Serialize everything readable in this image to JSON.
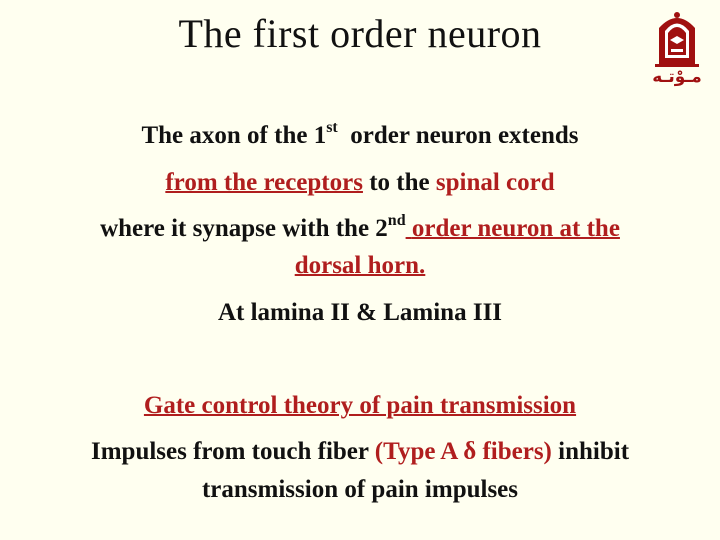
{
  "slide": {
    "title": "The first order neuron",
    "logo": {
      "text": "مـوْتـه",
      "colors": {
        "primary": "#a01010",
        "secondary": "#ffffff"
      }
    },
    "para1": {
      "l1_a": "The axon of the 1",
      "l1_sup": "st",
      "l1_b": "order neuron extends",
      "l2_a": "from the receptors",
      "l2_b": "to the",
      "l2_c": "spinal cord",
      "l3_a": "where it synapse with the 2",
      "l3_sup": "nd",
      "l3_b": "order neuron at the",
      "l4": "dorsal horn.",
      "l5": "At lamina II & Lamina III"
    },
    "para2": {
      "heading": "Gate control theory of pain transmission",
      "l2_a": "Impulses from touch fiber",
      "l2_b": "(Type A δ fibers)",
      "l2_c": "inhibit",
      "l3": "transmission of pain impulses"
    },
    "colors": {
      "accent": "#b01e1e",
      "text": "#111111",
      "background": "#fffff0"
    }
  }
}
